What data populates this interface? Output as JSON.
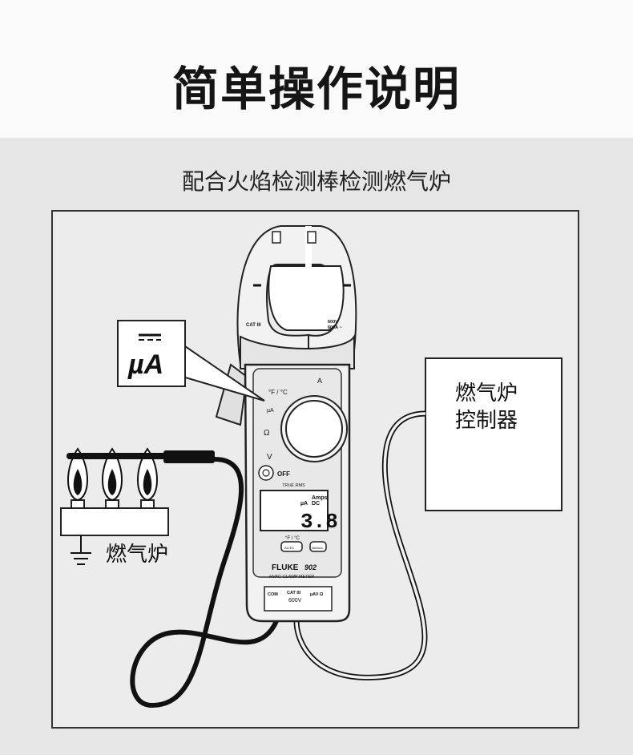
{
  "page": {
    "title": "简单操作说明",
    "subtitle": "配合火焰检测棒检测燃气炉"
  },
  "callout": {
    "unit_label": "µA",
    "mode_hint": "DC microamps"
  },
  "controller": {
    "line1": "燃气炉",
    "line2": "控制器"
  },
  "furnace": {
    "label": "燃气炉"
  },
  "meter": {
    "brand": "FLUKE",
    "model": "902",
    "product_line": "HVAC CLAMP METER",
    "true_rms": "TRUE RMS",
    "reading": "3.8",
    "reading_unit": "µA",
    "reading_mode": "DC",
    "amps_label": "Amps",
    "temp_label": "°F / °C",
    "dial_labels": {
      "amps": "A",
      "temp": "°F / °C",
      "micro": "µA",
      "ohm": "Ω",
      "volt": "V",
      "off": "OFF"
    },
    "button_left": "AC/DC",
    "button_right": "MANUAL",
    "jaw_cat": "CAT III",
    "jaw_rating_v": "600V",
    "jaw_rating_a": "600A ~",
    "terminals": {
      "com": "COM",
      "cat": "CAT III",
      "rating": "600V",
      "input": "µAV Ω"
    }
  },
  "colors": {
    "background": "#e6e6e6",
    "header_bg": "#fafafa",
    "line": "#111111",
    "meter_body": "#f2f2f2",
    "meter_panel": "#e2e2e2",
    "flame": "#111111"
  }
}
